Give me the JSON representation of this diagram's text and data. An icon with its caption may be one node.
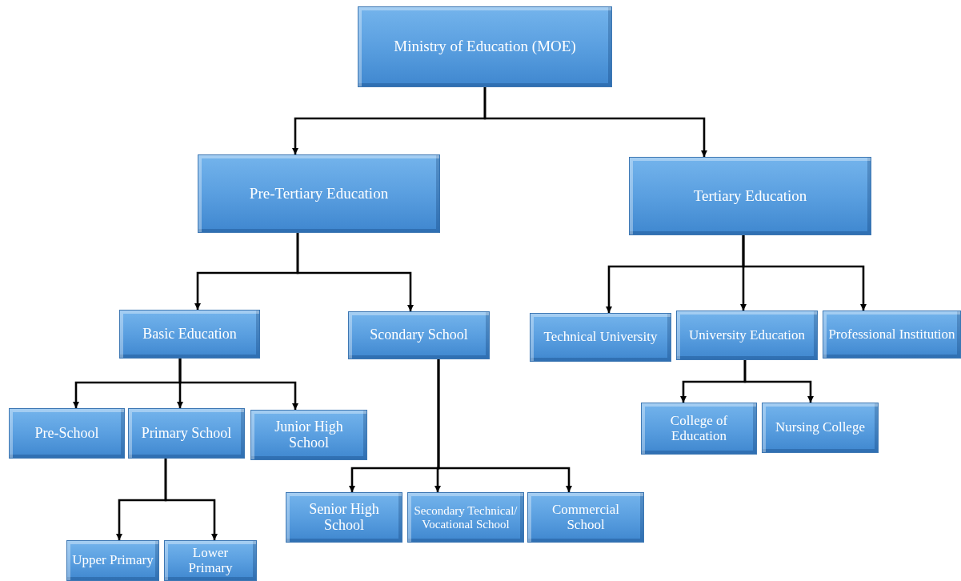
{
  "diagram": {
    "nodes": [
      {
        "text": [
          "Ministry of Education (MOE)"
        ]
      },
      {
        "text": [
          "Pre-Tertiary Education"
        ]
      },
      {
        "text": [
          "Tertiary Education"
        ]
      },
      {
        "text": [
          "Basic Education"
        ]
      },
      {
        "text": [
          "Scondary School"
        ]
      },
      {
        "text": [
          "Technical University"
        ]
      },
      {
        "text": [
          "University Education"
        ]
      },
      {
        "text": [
          "Professional Institution"
        ]
      },
      {
        "text": [
          "Pre-School"
        ]
      },
      {
        "text": [
          "Primary School"
        ]
      },
      {
        "text": [
          "Junior High School"
        ]
      },
      {
        "text": [
          "Senior High School"
        ]
      },
      {
        "text": [
          "Secondary Technical/ Vocational School"
        ]
      },
      {
        "text": [
          "Commercial School"
        ]
      },
      {
        "text": [
          "College of Education"
        ]
      },
      {
        "text": [
          "Nursing College"
        ]
      },
      {
        "text": [
          "Upper Primary"
        ]
      },
      {
        "text": [
          "Lower Primary"
        ]
      }
    ],
    "edges": [
      {
        "from": 0,
        "to": 1,
        "arrow": "to"
      },
      {
        "from": 0,
        "to": 2,
        "arrow": "to"
      },
      {
        "from": 1,
        "to": 3,
        "arrow": "to"
      },
      {
        "from": 1,
        "to": 4,
        "arrow": "to"
      },
      {
        "from": 2,
        "to": 5,
        "arrow": "to"
      },
      {
        "from": 2,
        "to": 6,
        "arrow": "to"
      },
      {
        "from": 2,
        "to": 7,
        "arrow": "to"
      },
      {
        "from": 3,
        "to": 8,
        "arrow": "to"
      },
      {
        "from": 3,
        "to": 9,
        "arrow": "to"
      },
      {
        "from": 3,
        "to": 10,
        "arrow": "to"
      },
      {
        "from": 4,
        "to": 11,
        "arrow": "to"
      },
      {
        "from": 4,
        "to": 12,
        "arrow": "to"
      },
      {
        "from": 4,
        "to": 13,
        "arrow": "to"
      },
      {
        "from": 6,
        "to": 14,
        "arrow": "to"
      },
      {
        "from": 6,
        "to": 15,
        "arrow": "to"
      },
      {
        "from": 9,
        "to": 16,
        "arrow": "to"
      },
      {
        "from": 9,
        "to": 17,
        "arrow": "to"
      }
    ]
  }
}
